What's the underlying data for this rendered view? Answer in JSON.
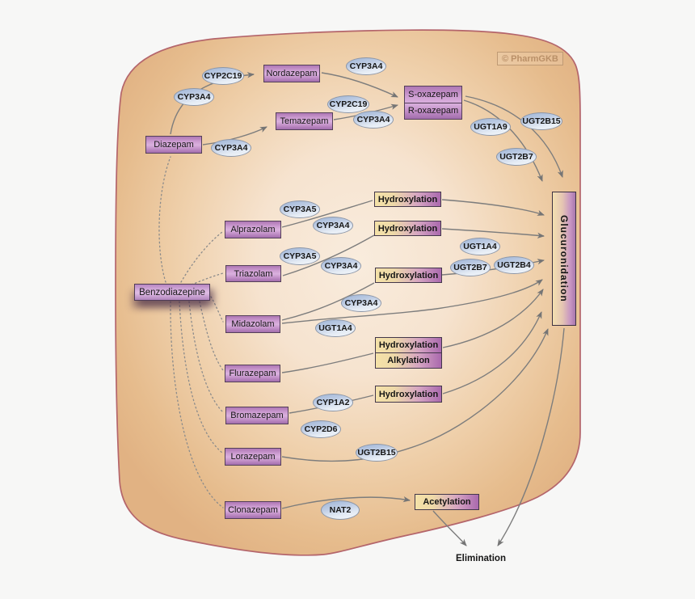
{
  "watermark": "© PharmGKB",
  "root": {
    "label": "Benzodiazepine"
  },
  "drugs": {
    "diazepam": {
      "label": "Diazepam"
    },
    "nordazepam": {
      "label": "Nordazepam"
    },
    "temazepam": {
      "label": "Temazepam"
    },
    "s_oxazepam": {
      "label": "S-oxazepam"
    },
    "r_oxazepam": {
      "label": "R-oxazepam"
    },
    "alprazolam": {
      "label": "Alprazolam"
    },
    "triazolam": {
      "label": "Triazolam"
    },
    "midazolam": {
      "label": "Midazolam"
    },
    "flurazepam": {
      "label": "Flurazepam"
    },
    "bromazepam": {
      "label": "Bromazepam"
    },
    "lorazepam": {
      "label": "Lorazepam"
    },
    "clonazepam": {
      "label": "Clonazepam"
    }
  },
  "enzymes": [
    {
      "id": "cyp2c19-diazepam-nordazepam",
      "label": "CYP2C19"
    },
    {
      "id": "cyp3a4-diazepam-nordazepam",
      "label": "CYP3A4"
    },
    {
      "id": "cyp3a4-nordazepam-oxazepam",
      "label": "CYP3A4"
    },
    {
      "id": "cyp2c19-temazepam-oxazepam",
      "label": "CYP2C19"
    },
    {
      "id": "cyp3a4-temazepam-oxazepam",
      "label": "CYP3A4"
    },
    {
      "id": "cyp3a4-diazepam-temazepam",
      "label": "CYP3A4"
    },
    {
      "id": "ugt1a9-oxazepam",
      "label": "UGT1A9"
    },
    {
      "id": "ugt2b15-oxazepam",
      "label": "UGT2B15"
    },
    {
      "id": "ugt2b7-oxazepam",
      "label": "UGT2B7"
    },
    {
      "id": "cyp3a5-alprazolam",
      "label": "CYP3A5"
    },
    {
      "id": "cyp3a4-alprazolam",
      "label": "CYP3A4"
    },
    {
      "id": "cyp3a5-triazolam",
      "label": "CYP3A5"
    },
    {
      "id": "cyp3a4-triazolam",
      "label": "CYP3A4"
    },
    {
      "id": "cyp3a4-midazolam",
      "label": "CYP3A4"
    },
    {
      "id": "ugt1a4-midazolam",
      "label": "UGT1A4"
    },
    {
      "id": "ugt1a4-cluster",
      "label": "UGT1A4"
    },
    {
      "id": "ugt2b7-cluster",
      "label": "UGT2B7"
    },
    {
      "id": "ugt2b4-cluster",
      "label": "UGT2B4"
    },
    {
      "id": "cyp1a2-bromazepam",
      "label": "CYP1A2"
    },
    {
      "id": "cyp2d6-bromazepam",
      "label": "CYP2D6"
    },
    {
      "id": "ugt2b15-lorazepam",
      "label": "UGT2B15"
    },
    {
      "id": "nat2-clonazepam",
      "label": "NAT2"
    }
  ],
  "processes": {
    "hydroxylation_alprazolam": {
      "label": "Hydroxylation"
    },
    "hydroxylation_triazolam": {
      "label": "Hydroxylation"
    },
    "hydroxylation_midazolam": {
      "label": "Hydroxylation"
    },
    "hydroxylation_flurazepam": {
      "label": "Hydroxylation"
    },
    "alkylation_flurazepam": {
      "label": "Alkylation"
    },
    "hydroxylation_bromazepam": {
      "label": "Hydroxylation"
    },
    "acetylation_clonazepam": {
      "label": "Acetylation"
    },
    "glucuronidation": {
      "label": "Glucuronidation"
    },
    "elimination": {
      "label": "Elimination"
    }
  },
  "colors": {
    "drug_box": "#c08ec5",
    "root_box": "#d9b3df",
    "enzyme_ellipse_top": "#9fb5d7",
    "enzyme_ellipse_bottom": "#f6f8fb",
    "process_gradient_left": "#f5e2a8",
    "process_gradient_right": "#aa69ae",
    "membrane_fill": "#edd0ac",
    "membrane_border": "#b4656b",
    "arrow": "#7d7d7d",
    "watermark": "#ba9068"
  }
}
